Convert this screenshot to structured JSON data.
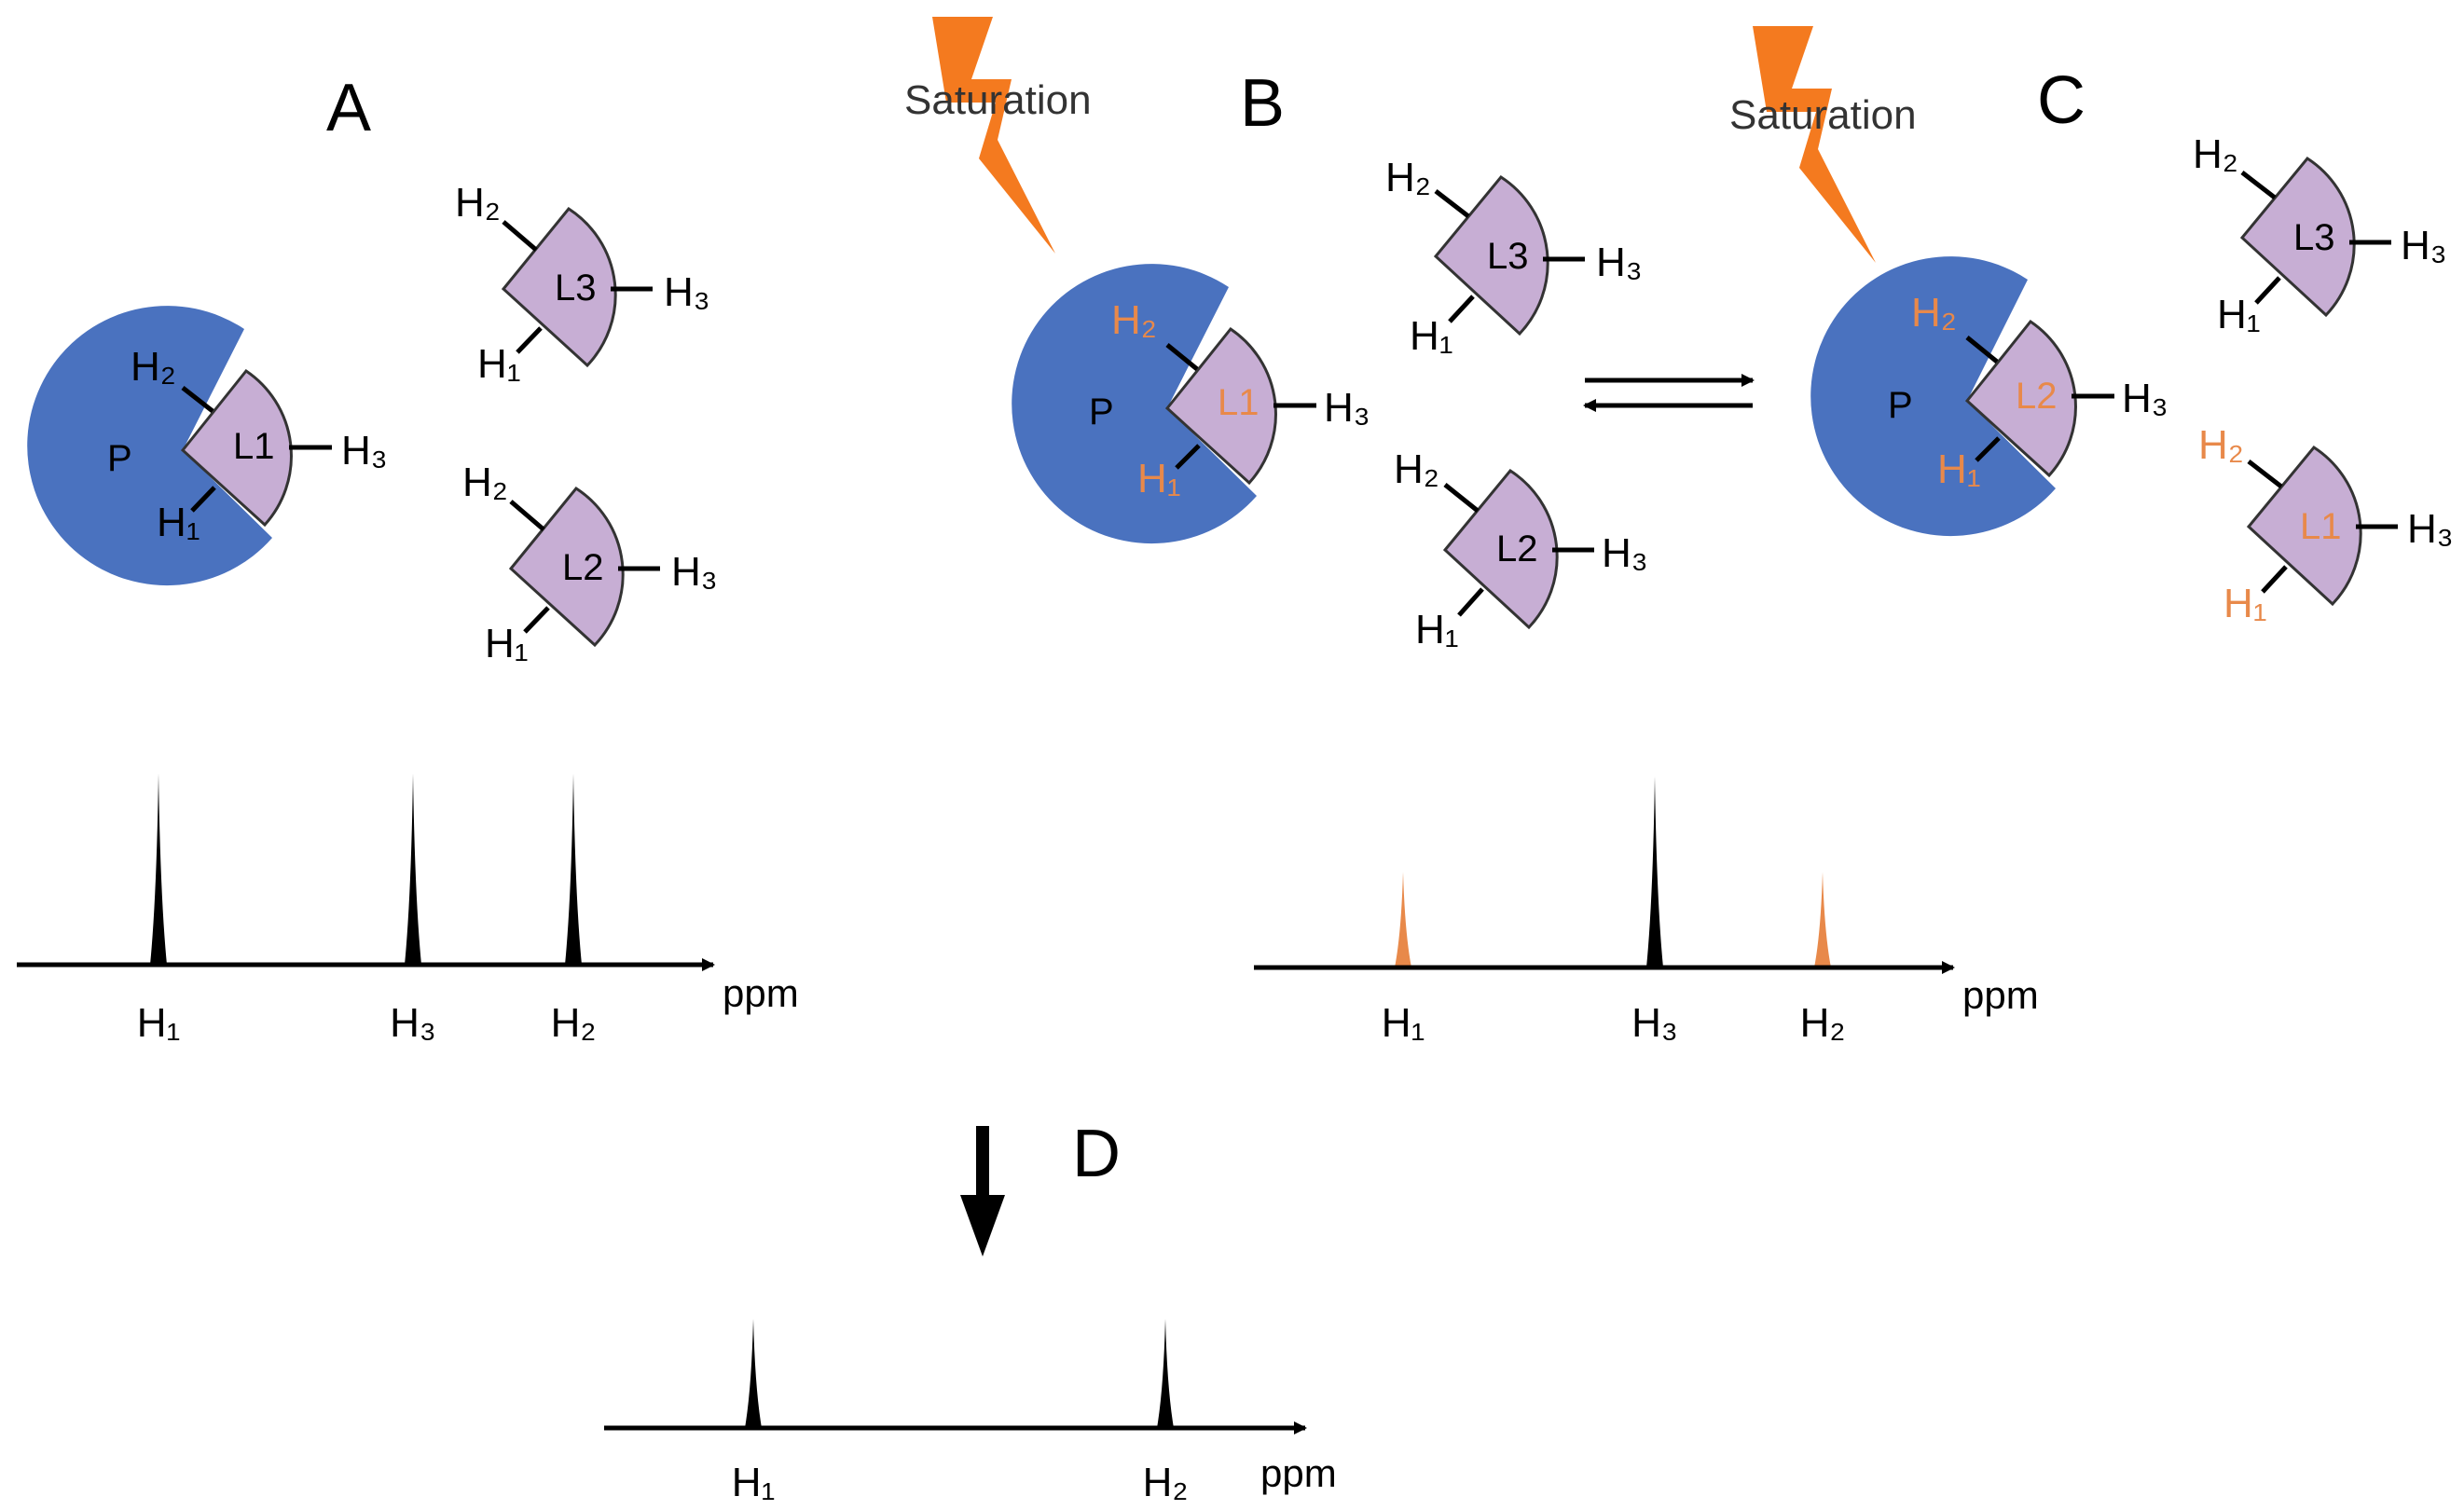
{
  "colors": {
    "protein": "#4a72bf",
    "ligand": "#c7aed4",
    "highlight": "#e8894a",
    "bolt": "#f47a1f",
    "ink": "#000000"
  },
  "panels": {
    "A": {
      "letter": "A"
    },
    "B": {
      "letter": "B",
      "saturation": "Saturation"
    },
    "C": {
      "letter": "C",
      "saturation": "Saturation"
    },
    "D": {
      "letter": "D"
    }
  },
  "labels": {
    "protein": "P",
    "L1": "L1",
    "L2": "L2",
    "L3": "L3",
    "H1": "H₁",
    "H2": "H₂",
    "H3": "H₃",
    "ppm": "ppm"
  },
  "spectra": {
    "A": [
      {
        "label": "H₁",
        "intensity": 1.0,
        "saturated": false
      },
      {
        "label": "H₃",
        "intensity": 1.0,
        "saturated": false
      },
      {
        "label": "H₂",
        "intensity": 1.0,
        "saturated": false
      }
    ],
    "C": [
      {
        "label": "H₁",
        "intensity": 0.5,
        "saturated": true
      },
      {
        "label": "H₃",
        "intensity": 1.0,
        "saturated": false
      },
      {
        "label": "H₂",
        "intensity": 0.5,
        "saturated": true
      }
    ],
    "D": [
      {
        "label": "H₁",
        "intensity": 0.6,
        "saturated": false
      },
      {
        "label": "H₂",
        "intensity": 0.6,
        "saturated": false
      }
    ]
  }
}
